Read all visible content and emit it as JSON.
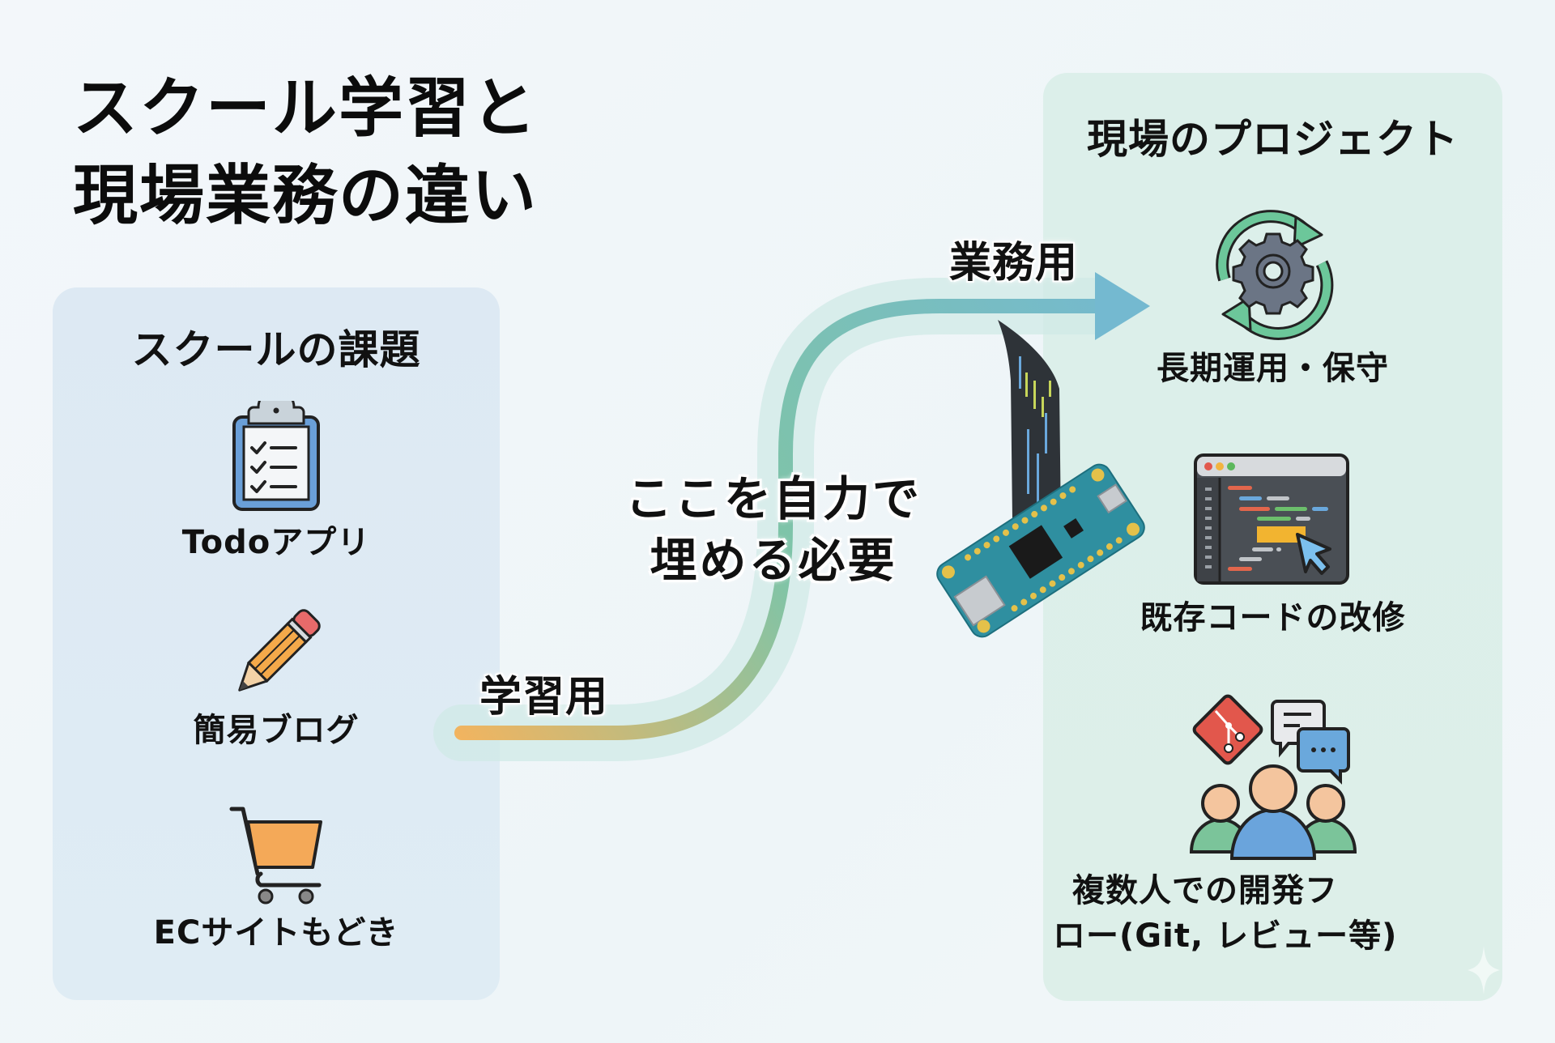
{
  "title": {
    "line1": "スクール学習と",
    "line2": "現場業務の違い"
  },
  "left_panel": {
    "heading": "スクールの課題",
    "items": [
      {
        "icon": "clipboard-checklist-icon",
        "label": "Todoアプリ"
      },
      {
        "icon": "pencil-icon",
        "label": "簡易ブログ"
      },
      {
        "icon": "shopping-cart-icon",
        "label": "ECサイトもどき"
      }
    ]
  },
  "flow": {
    "start_label": "学習用",
    "end_label": "業務用",
    "center_line1": "ここを自力で",
    "center_line2": "埋める必要",
    "gradient_start": "#f2b45f",
    "gradient_mid": "#7fc4a7",
    "gradient_end": "#74b9d0"
  },
  "right_panel": {
    "heading": "現場のプロジェクト",
    "items": [
      {
        "icon": "gear-cycle-icon",
        "label": "長期運用・保守"
      },
      {
        "icon": "code-editor-cursor-icon",
        "label": "既存コードの改修"
      },
      {
        "icon": "team-git-review-icon",
        "label_line1": "複数人での開発フ",
        "label_line2": "ロー(Git, レビュー等)"
      }
    ]
  },
  "colors": {
    "left_panel_bg": "#dde9f3",
    "right_panel_bg": "#dcefea",
    "text": "#0c0c0c"
  }
}
